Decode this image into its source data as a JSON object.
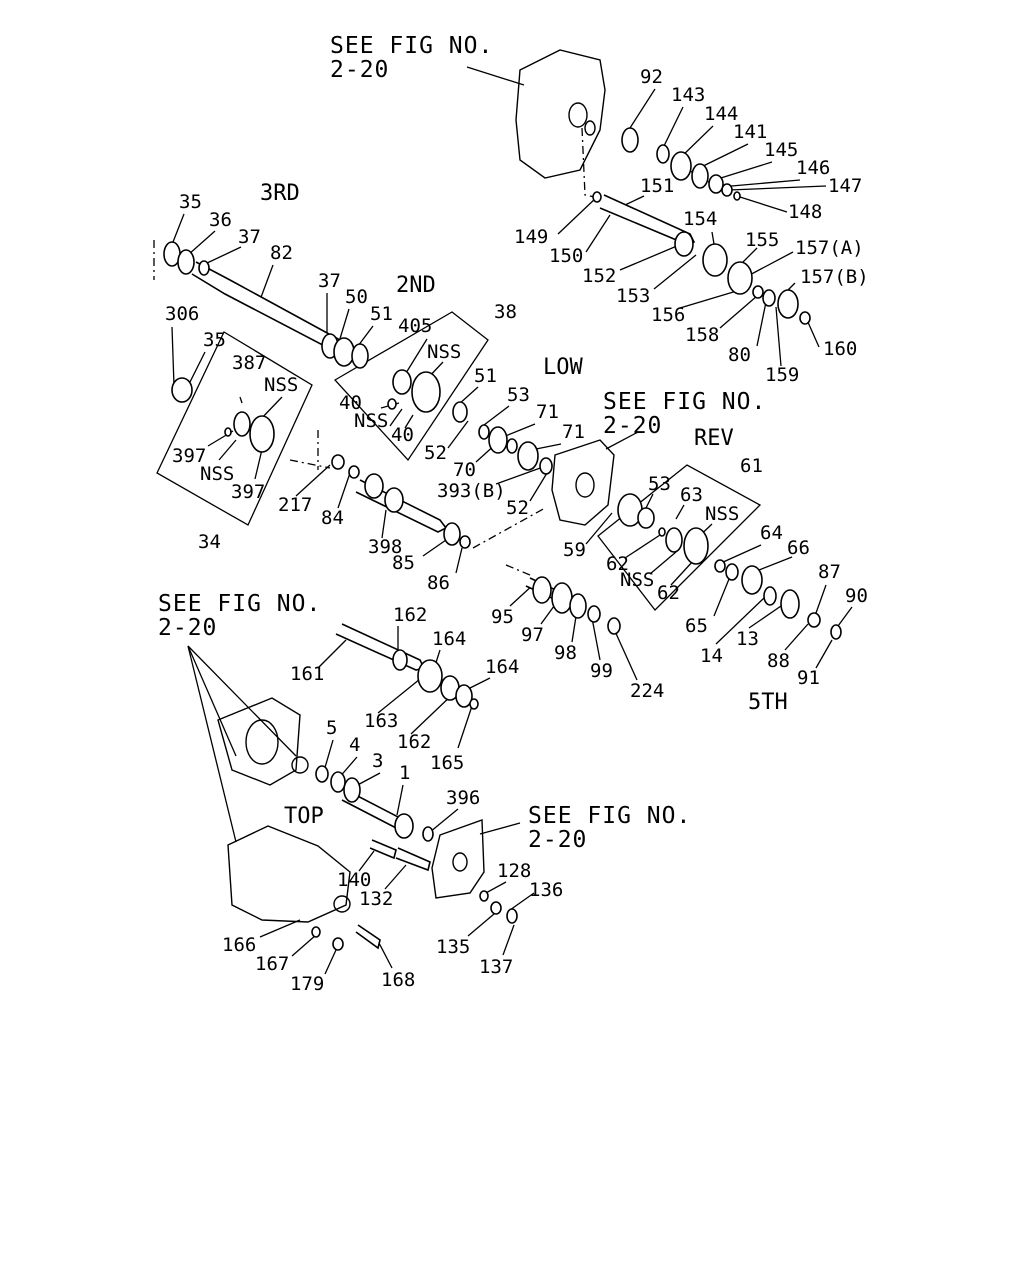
{
  "headers": {
    "see_fig_top": [
      "SEE FIG NO.",
      "2-20"
    ],
    "see_fig_mid": [
      "SEE FIG NO.",
      "2-20"
    ],
    "see_fig_left": [
      "SEE FIG NO.",
      "2-20"
    ],
    "see_fig_bottom": [
      "SEE FIG NO.",
      "2-20"
    ]
  },
  "sections": {
    "third": "3RD",
    "second": "2ND",
    "low": "LOW",
    "rev": "REV",
    "fifth": "5TH",
    "top": "TOP"
  },
  "labels": [
    "92",
    "143",
    "144",
    "141",
    "145",
    "146",
    "147",
    "148",
    "151",
    "149",
    "150",
    "152",
    "153",
    "154",
    "155",
    "157(A)",
    "157(B)",
    "156",
    "158",
    "80",
    "159",
    "160",
    "35",
    "36",
    "37",
    "82",
    "37",
    "50",
    "51",
    "306",
    "35",
    "387",
    "NSS",
    "405",
    "NSS",
    "38",
    "40",
    "NSS",
    "40",
    "397",
    "NSS",
    "397",
    "34",
    "51",
    "53",
    "71",
    "52",
    "70",
    "71",
    "393(B)",
    "52",
    "217",
    "84",
    "398",
    "85",
    "86",
    "53",
    "63",
    "61",
    "NSS",
    "59",
    "62",
    "NSS",
    "62",
    "64",
    "66",
    "65",
    "87",
    "90",
    "14",
    "13",
    "88",
    "91",
    "95",
    "97",
    "98",
    "99",
    "224",
    "162",
    "164",
    "161",
    "164",
    "163",
    "162",
    "165",
    "5",
    "4",
    "3",
    "1",
    "396",
    "128",
    "136",
    "140",
    "132",
    "135",
    "137",
    "166",
    "167",
    "179",
    "168"
  ]
}
